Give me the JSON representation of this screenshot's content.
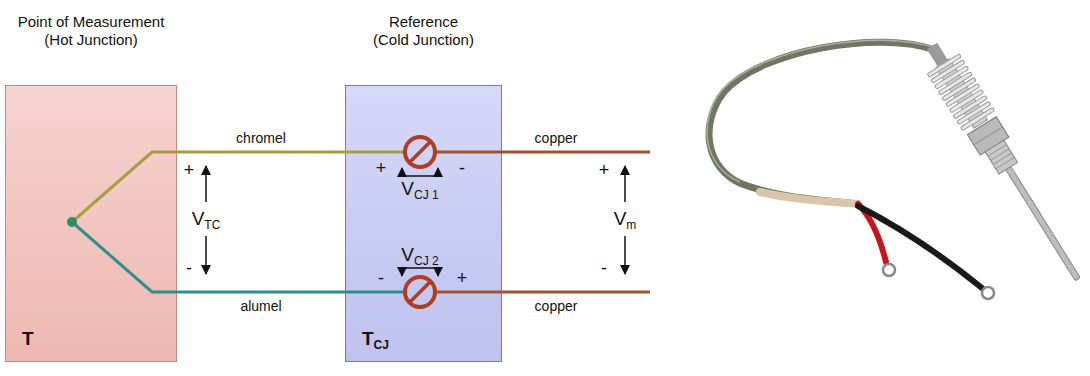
{
  "diagram": {
    "nodes": [
      {
        "text": [
          "Point of Measurement (Hot Junction)",
          "T"
        ]
      },
      {
        "text": [
          "Reference (Cold Junction)",
          "TCJ"
        ]
      }
    ],
    "edges": [
      {
        "from": 0,
        "to": 1,
        "label": "chromel",
        "arrow": "none"
      },
      {
        "from": 0,
        "to": 1,
        "label": "alumel",
        "arrow": "none"
      }
    ],
    "labels": [
      "+",
      "VTC",
      "-",
      "+",
      "VCJ 1",
      "-",
      "-",
      "VCJ 2",
      "+",
      "copper",
      "copper",
      "+",
      "Vm",
      "-"
    ]
  }
}
